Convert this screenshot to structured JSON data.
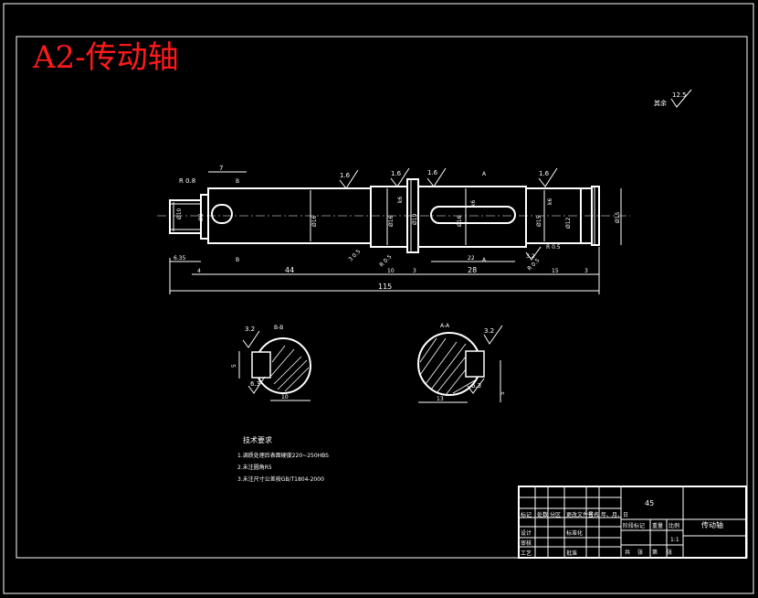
{
  "title": "A2-传动轴",
  "surface_note": {
    "label": "其余",
    "roughness": "12.5"
  },
  "roughness_marks": [
    "1.6",
    "1.6",
    "1.6",
    "1.6",
    "3.2",
    "3.2",
    "6.3",
    "3.2",
    "6.3"
  ],
  "dimensions": {
    "top_len_7": "7",
    "r08": "R 0.8",
    "d10": "Ø10",
    "d8": "Ø8",
    "len_635": "6.35",
    "len_4": "4",
    "len_44": "44",
    "len_10": "10",
    "len_3a": "3",
    "len_28": "28",
    "len_15": "15",
    "len_3b": "3",
    "len_115": "115",
    "len_22": "22",
    "d16a": "Ø16",
    "d16b": "Ø16",
    "d19": "Ø19",
    "d16c": "Ø16",
    "d15a": "Ø15",
    "d12": "Ø12",
    "d15b": "Ø15",
    "r05a": "R 0.5",
    "r05b": "R 0.5",
    "r05c": "R 0.5",
    "ch05": "3 0.5",
    "fit_a": "k6",
    "fit_b": "k6",
    "fit_c": "k6",
    "sec_b_dim": "10",
    "sec_a_dim": "13",
    "sec_b_5": "5",
    "sec_a_5": "5"
  },
  "section_labels": {
    "b": "B-B",
    "a": "A-A",
    "b_mark": "B",
    "a_mark": "A"
  },
  "tech_req": {
    "heading": "技术要求",
    "items": [
      "1.调质处理后表面硬度220~250HBS",
      "2.未注圆角R5",
      "3.未注尺寸公差按GB/T1804-2000"
    ]
  },
  "title_block": {
    "material": "45",
    "part_name": "传动轴",
    "scale": "1:1",
    "row_labels": [
      "标记",
      "设计",
      "审核",
      "工艺"
    ],
    "cells": [
      "处数",
      "分区",
      "更改文件号",
      "签名",
      "年、月、日",
      "标准化",
      "批准",
      "阶段标记",
      "重量",
      "比例",
      "共",
      "张",
      "第",
      "张"
    ]
  }
}
